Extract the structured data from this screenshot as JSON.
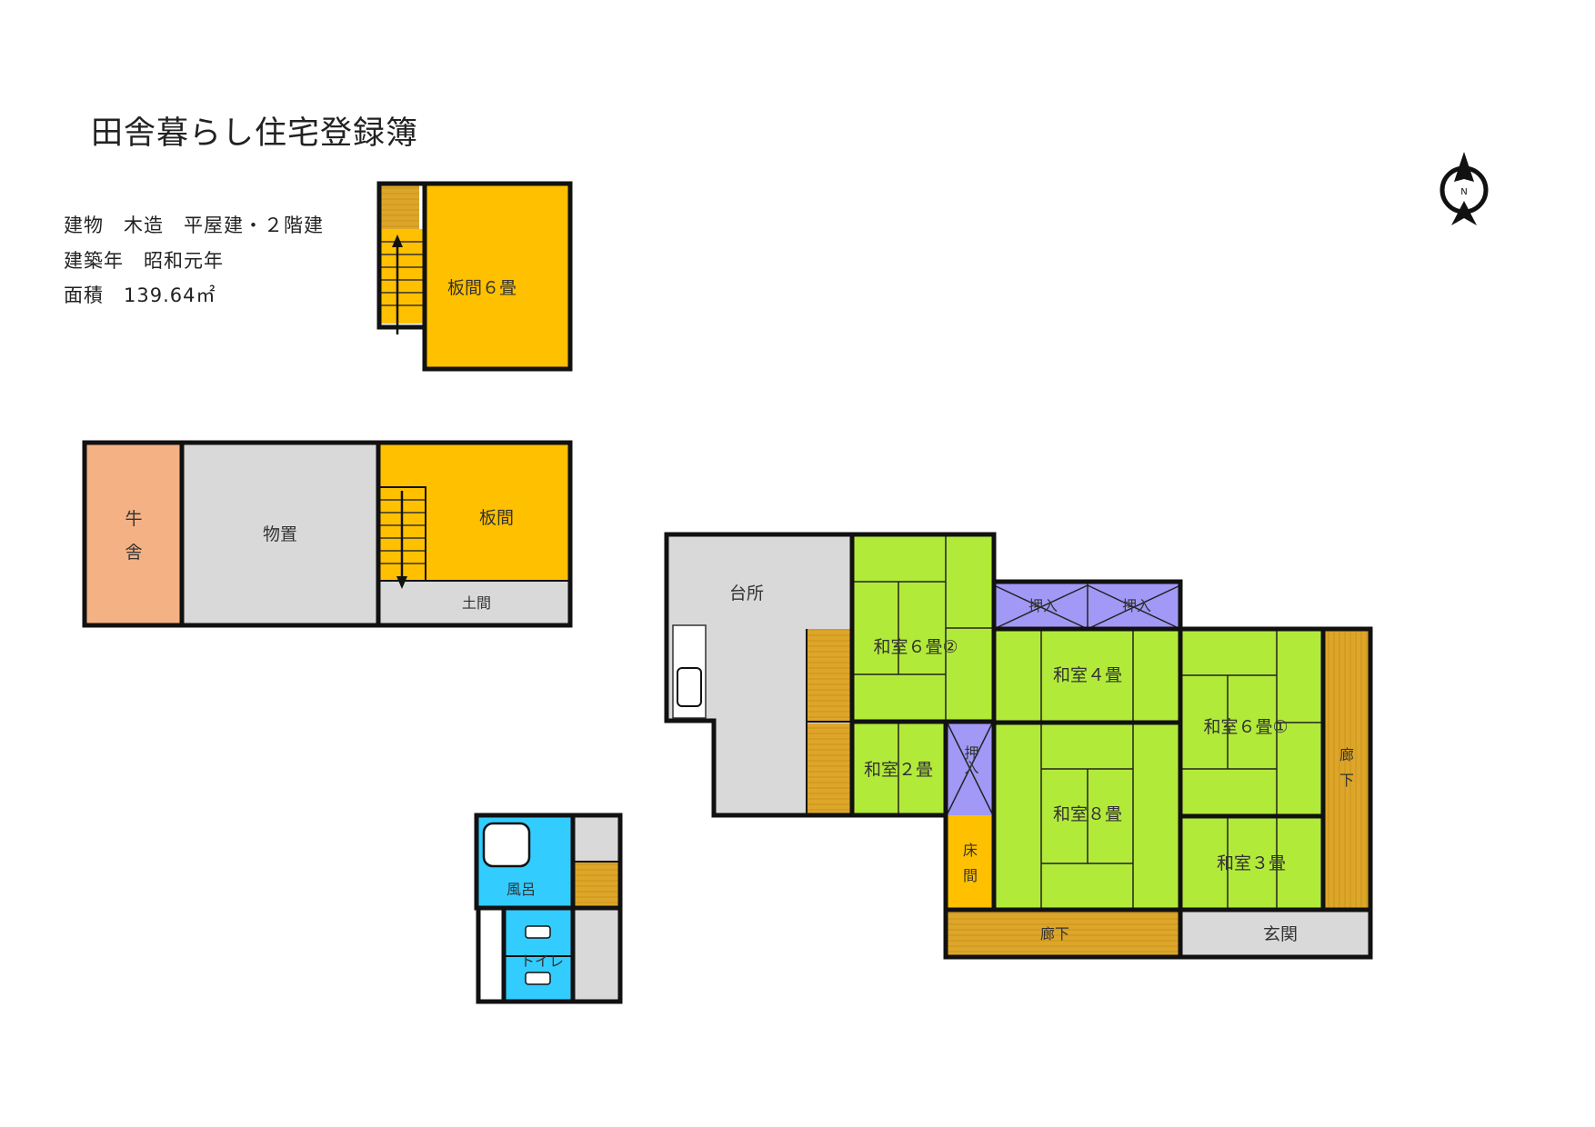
{
  "title": "田舎暮らし住宅登録簿",
  "info": {
    "structure": "建物　木造　平屋建・２階建",
    "year": "建築年　昭和元年",
    "area": "面積　139.64㎡"
  },
  "compass": {
    "label": "N"
  },
  "colors": {
    "wood_floor": "#FFC000",
    "tatami": "#B2EA3A",
    "corridor": "#DDA62A",
    "closet": "#A199F5",
    "bath": "#33CCFF",
    "gray": "#D9D9D9",
    "barn": "#F4B183"
  },
  "outbuilding_upper": {
    "room": "板間６畳"
  },
  "outbuilding_lower": {
    "barn_char1": "牛",
    "barn_char2": "舎",
    "storage": "物置",
    "floor": "板間",
    "doma": "土間"
  },
  "bathhouse": {
    "bath": "風呂",
    "toilet": "トイレ"
  },
  "house": {
    "kitchen": "台所",
    "washitsu6_2": "和室６畳②",
    "oshiire_a": "押入",
    "oshiire_b": "押入",
    "washitsu4": "和室４畳",
    "washitsu2": "和室２畳",
    "oshiire_c": "押入",
    "washitsu8": "和室８畳",
    "washitsu6_1": "和室６畳①",
    "washitsu3": "和室３畳",
    "tokonoma_1": "床",
    "tokonoma_2": "間",
    "corridor_r1": "廊",
    "corridor_r2": "下",
    "corridor_bottom": "廊下",
    "genkan": "玄関"
  }
}
